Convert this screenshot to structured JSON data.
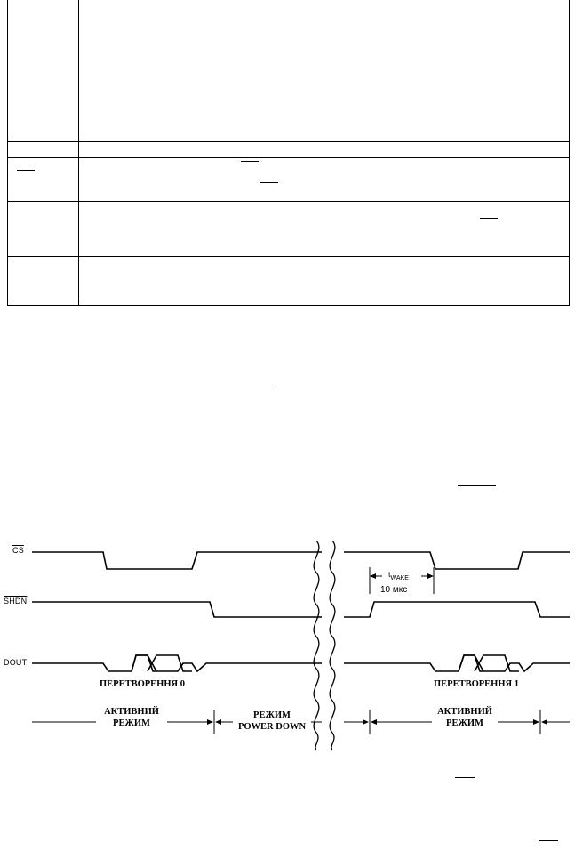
{
  "timing_diagram": {
    "signals": {
      "cs_label": "CS",
      "shdn_label": "SHDN",
      "dout_label": "DOUT"
    },
    "twake": {
      "symbol": "t",
      "subscript": "WAKE",
      "value": "10 мкс"
    },
    "conversions": {
      "first": "ПЕРЕТВОРЕННЯ 0",
      "second": "ПЕРЕТВОРЕННЯ 1"
    },
    "modes": {
      "active_1_line1": "АКТИВНИЙ",
      "active_1_line2": "РЕЖИМ",
      "power_down_line1": "РЕЖИМ",
      "power_down_line2": "POWER DOWN",
      "active_2_line1": "АКТИВНИЙ",
      "active_2_line2": "РЕЖИМ"
    }
  }
}
